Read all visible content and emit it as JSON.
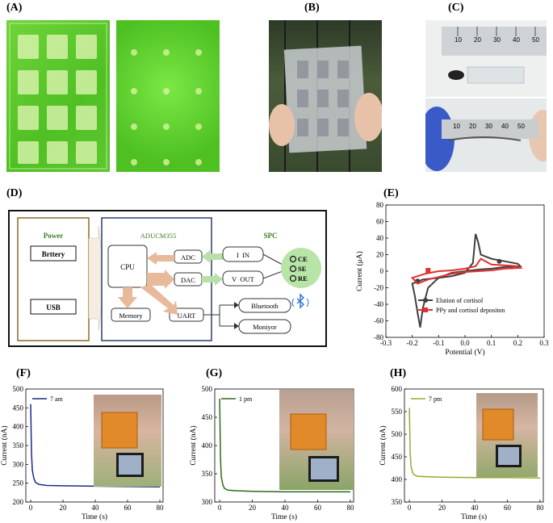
{
  "panels": {
    "A": "(A)",
    "B": "(B)",
    "C": "(C)",
    "D": "(D)",
    "E": "(E)",
    "F": "(F)",
    "G": "(G)",
    "H": "(H)"
  },
  "photos": {
    "c_ruler_top_ticks": [
      "10",
      "20",
      "30",
      "40",
      "50"
    ],
    "c_ruler_bottom_ticks": [
      "10",
      "20",
      "30",
      "40",
      "50"
    ]
  },
  "diagram": {
    "power_title": "Power",
    "battery": "Brttery",
    "usb": "USB",
    "mcu_title": "ADUCM355",
    "cpu": "CPU",
    "adc": "ADC",
    "dac": "DAC",
    "memory": "Memory",
    "uart": "UART",
    "spc_title": "SPC",
    "i_in": "I  IN",
    "v_out": "V  OUT",
    "bluetooth": "Bluetooth",
    "monitor": "Moniyor",
    "electrodes": [
      "CE",
      "SE",
      "RE"
    ],
    "colors": {
      "power_border": "#8a6a2e",
      "mcu_border": "#2b3f6e",
      "arrow_orange": "#e8b99a",
      "arrow_green": "#b8e0a8",
      "spc_circle": "#b9e4a8",
      "bluetooth": "#2a6dd9"
    }
  },
  "chart_data": [
    {
      "id": "E",
      "type": "line",
      "xlabel": "Potential (V)",
      "ylabel": "Current (μA)",
      "xlim": [
        -0.3,
        0.3
      ],
      "ylim": [
        -80,
        80
      ],
      "xticks": [
        "-0.3",
        "-0.2",
        "-0.1",
        "0.0",
        "0.1",
        "0.2",
        "0.3"
      ],
      "yticks": [
        "80",
        "60",
        "40",
        "20",
        "0",
        "-20",
        "-40",
        "-60",
        "-80"
      ],
      "legend_position": "lower-right",
      "series": [
        {
          "name": "Elution of cortisol",
          "color": "#404040",
          "marker": "circle",
          "x": [
            -0.2,
            -0.16,
            -0.1,
            -0.05,
            0.0,
            0.03,
            0.04,
            0.05,
            0.06,
            0.1,
            0.15,
            0.2,
            0.21,
            0.15,
            0.1,
            0.05,
            0.0,
            -0.05,
            -0.1,
            -0.14,
            -0.16,
            -0.17,
            -0.18,
            -0.19,
            -0.2
          ],
          "y": [
            -15,
            -10,
            -8,
            -6,
            -2,
            10,
            45,
            35,
            20,
            15,
            12,
            9,
            6,
            5,
            3,
            2,
            0,
            -2,
            -8,
            -20,
            -45,
            -68,
            -50,
            -30,
            -15
          ],
          "marker_x": [
            -0.18,
            0.13
          ],
          "marker_y": [
            -12,
            12
          ]
        },
        {
          "name": "PPy and cortisol depositon",
          "color": "#e03030",
          "marker": "square",
          "x": [
            -0.2,
            -0.15,
            -0.1,
            -0.05,
            0.0,
            0.04,
            0.06,
            0.1,
            0.15,
            0.2,
            0.21,
            0.15,
            0.1,
            0.05,
            0.0,
            -0.05,
            -0.1,
            -0.14,
            -0.18,
            -0.2
          ],
          "y": [
            -8,
            -3,
            0,
            1,
            3,
            6,
            15,
            8,
            7,
            6,
            4,
            3,
            1,
            0,
            -1,
            -3,
            -7,
            -10,
            -15,
            -8
          ],
          "marker_x": [
            -0.14
          ],
          "marker_y": [
            1
          ]
        }
      ]
    },
    {
      "id": "F",
      "type": "line",
      "xlabel": "Time (s)",
      "ylabel": "Current (nA)",
      "xlim": [
        -3,
        82
      ],
      "ylim": [
        200,
        500
      ],
      "xticks": [
        "0",
        "20",
        "40",
        "60",
        "80"
      ],
      "yticks": [
        "500",
        "450",
        "400",
        "350",
        "300",
        "250",
        "200"
      ],
      "series": [
        {
          "name": "7 am",
          "color": "#1f2a8a",
          "x": [
            0,
            0.5,
            1,
            2,
            3,
            5,
            10,
            20,
            40,
            60,
            80
          ],
          "y": [
            460,
            330,
            285,
            262,
            252,
            247,
            244,
            243,
            242,
            241,
            240
          ]
        }
      ]
    },
    {
      "id": "G",
      "type": "line",
      "xlabel": "Time (s)",
      "ylabel": "Current (nA)",
      "xlim": [
        -3,
        82
      ],
      "ylim": [
        300,
        500
      ],
      "xticks": [
        "0",
        "20",
        "40",
        "60",
        "80"
      ],
      "yticks": [
        "500",
        "450",
        "400",
        "350",
        "300"
      ],
      "series": [
        {
          "name": "1 pm",
          "color": "#2f6a1e",
          "x": [
            0,
            0.5,
            1,
            2,
            3,
            5,
            10,
            20,
            40,
            60,
            80
          ],
          "y": [
            483,
            380,
            345,
            330,
            324,
            321,
            320,
            319,
            318,
            318,
            318
          ]
        }
      ]
    },
    {
      "id": "H",
      "type": "line",
      "xlabel": "Time (s)",
      "ylabel": "Current (nA)",
      "xlim": [
        -3,
        82
      ],
      "ylim": [
        350,
        600
      ],
      "xticks": [
        "0",
        "20",
        "40",
        "60",
        "80"
      ],
      "yticks": [
        "600",
        "550",
        "500",
        "450",
        "400",
        "350"
      ],
      "series": [
        {
          "name": "7 pm",
          "color": "#9aa832",
          "x": [
            0,
            0.5,
            1,
            2,
            3,
            5,
            10,
            20,
            40,
            60,
            80
          ],
          "y": [
            558,
            460,
            430,
            415,
            410,
            407,
            406,
            405,
            404,
            404,
            403
          ]
        }
      ]
    }
  ]
}
